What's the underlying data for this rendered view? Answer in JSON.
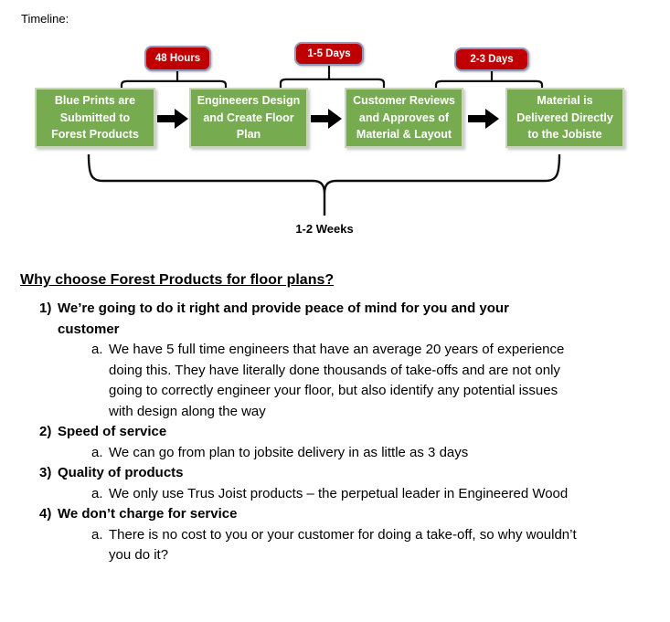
{
  "timeline": {
    "label": "Timeline:",
    "durations": [
      {
        "label": "48 Hours"
      },
      {
        "label": "1-5 Days"
      },
      {
        "label": "2-3 Days"
      }
    ],
    "steps": [
      {
        "label": "Blue Prints are Submitted to Forest Products"
      },
      {
        "label": "Engineeers Design and Create Floor Plan"
      },
      {
        "label": "Customer Reviews and Approves of Material & Layout"
      },
      {
        "label": "Material is Delivered Directly to the Jobiste"
      }
    ],
    "total_label": "1-2 Weeks",
    "colors": {
      "step_fill": "#76AB50",
      "step_border": "#C9D6BA",
      "duration_fill": "#C00000",
      "duration_border": "#9298BB",
      "connector": "#000000"
    }
  },
  "content": {
    "heading": "Why choose Forest Products for floor plans?",
    "items": [
      {
        "number": "1)",
        "title": "We’re going to do it right and provide peace of mind for you and your customer",
        "subs": [
          {
            "letter": "a.",
            "text": "We have 5 full time engineers that have an average 20 years of experience doing this.  They have literally done thousands of take-offs and are not only going to correctly engineer your floor, but also identify any potential issues with design along the way"
          }
        ]
      },
      {
        "number": "2)",
        "title": "Speed of service",
        "subs": [
          {
            "letter": "a.",
            "text": "We can go from plan to jobsite delivery in as little as 3 days"
          }
        ]
      },
      {
        "number": "3)",
        "title": "Quality of products",
        "subs": [
          {
            "letter": "a.",
            "text": "We only use Trus Joist products – the perpetual leader in Engineered Wood"
          }
        ]
      },
      {
        "number": "4)",
        "title": "We don’t charge for service",
        "subs": [
          {
            "letter": "a.",
            "text": "There is no cost to you or your customer for doing a take-off, so why wouldn’t you do it?"
          }
        ]
      }
    ]
  }
}
